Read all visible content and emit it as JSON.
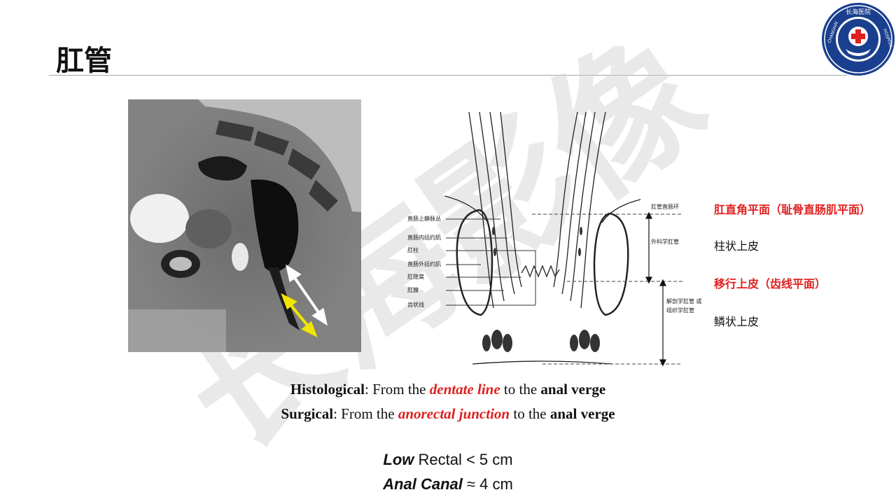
{
  "slide": {
    "title": "肛管",
    "watermark_text": "长海影像"
  },
  "logo": {
    "text_top": "长海医院",
    "text_ring": "CHANGHAI HOSPITAL"
  },
  "diagram": {
    "left_labels": [
      "直肠上静脉丛",
      "直肠内括约肌",
      "肛柱",
      "直肠外括约肌",
      "肛隐窝",
      "肛腺",
      "齿状线"
    ],
    "right_small_labels": [
      "肛管直肠环",
      "外科学肛管",
      "解剖学肛管 或",
      "组织学肛管"
    ],
    "right_cn_labels": {
      "anorectal_plane": "肛直角平面（耻骨直肠肌平面）",
      "columnar": "柱状上皮",
      "transitional": "移行上皮（齿线平面）",
      "squamous": "鳞状上皮"
    }
  },
  "definitions": {
    "histological": {
      "term": "Histological",
      "pre": ": From the ",
      "highlight": "dentate line",
      "mid": " to the ",
      "end": "anal verge"
    },
    "surgical": {
      "term": "Surgical",
      "pre": ": From the ",
      "highlight": "anorectal junction",
      "mid": " to the ",
      "end": "anal verge"
    }
  },
  "stats": {
    "low_rectal": {
      "term": "Low",
      "text": " Rectal < 5 cm"
    },
    "anal_canal": {
      "term": "Anal Canal",
      "text": " ≈ 4 cm"
    }
  },
  "colors": {
    "accent_red": "#e02020",
    "logo_blue": "#1a3f8f",
    "arrow_white": "#ffffff",
    "arrow_yellow": "#f2e600"
  }
}
